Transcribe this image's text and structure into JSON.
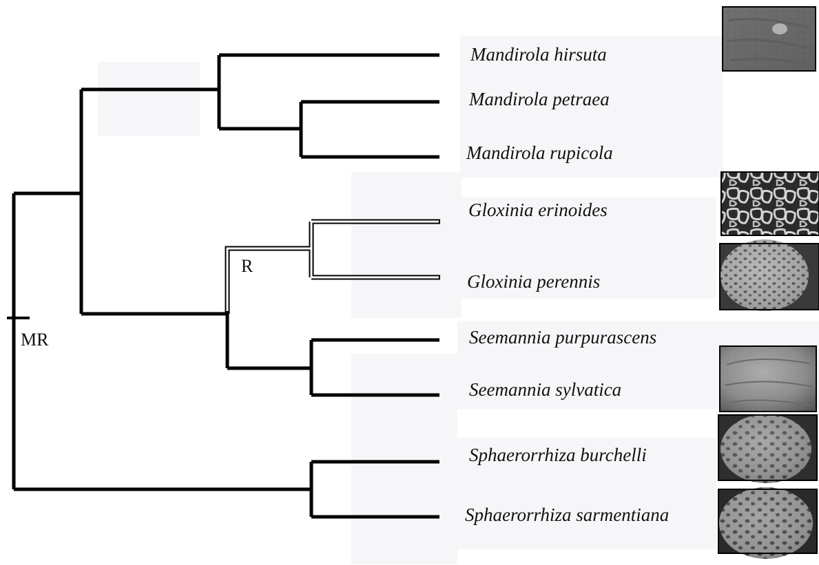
{
  "taxa": [
    "Mandirola hirsuta",
    "Mandirola petraea",
    "Mandirola rupicola",
    "Gloxinia erinoides",
    "Gloxinia perennis",
    "Seemannia purpurascens",
    "Seemannia sylvatica",
    "Sphaerorrhiza burchelli",
    "Sphaerorrhiza sarmentiana"
  ],
  "node_labels": {
    "root": "MR",
    "gloxinia_clade": "R"
  },
  "micrograph_taxa": [
    "Mandirola hirsuta",
    "Gloxinia erinoides",
    "Gloxinia perennis",
    "Seemannia sylvatica",
    "Sphaerorrhiza burchelli",
    "Sphaerorrhiza sarmentiana"
  ],
  "micrograph_texture": {
    "Mandirola hirsuta": "smooth",
    "Gloxinia erinoides": "coarse-reticulate",
    "Gloxinia perennis": "fine-reticulate",
    "Seemannia sylvatica": "smooth",
    "Sphaerorrhiza burchelli": "fine-reticulate",
    "Sphaerorrhiza sarmentiana": "reticulate"
  },
  "colors": {
    "branch": "#000000",
    "highlighted_branch_fill": "#ffffff",
    "shading": "#f6f6f9"
  }
}
